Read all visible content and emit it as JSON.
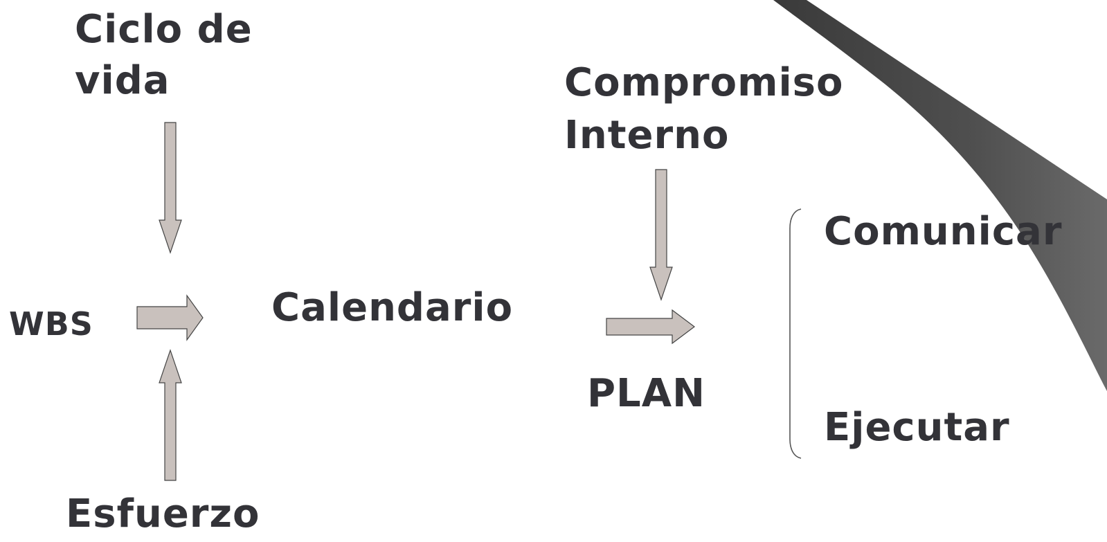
{
  "diagram": {
    "nodes": {
      "ciclo_de_vida": [
        "Ciclo de",
        "vida"
      ],
      "wbs": "WBS",
      "esfuerzo": "Esfuerzo",
      "calendario": "Calendario",
      "compromiso_interno": [
        "Compromiso",
        "Interno"
      ],
      "plan": "PLAN",
      "comunicar": "Comunicar",
      "ejecutar": "Ejecutar"
    },
    "edges": [
      {
        "from": "Ciclo de vida",
        "to": "Calendario"
      },
      {
        "from": "Esfuerzo",
        "to": "Calendario"
      },
      {
        "from": "WBS",
        "to": "Calendario"
      },
      {
        "from": "Compromiso Interno",
        "to": "PLAN"
      },
      {
        "from": "Calendario",
        "to": "PLAN"
      }
    ],
    "colors": {
      "text": "#333338",
      "arrow_fill": "#c9c1bd",
      "arrow_stroke": "#444444",
      "decoration": "#4a4a4a"
    }
  }
}
